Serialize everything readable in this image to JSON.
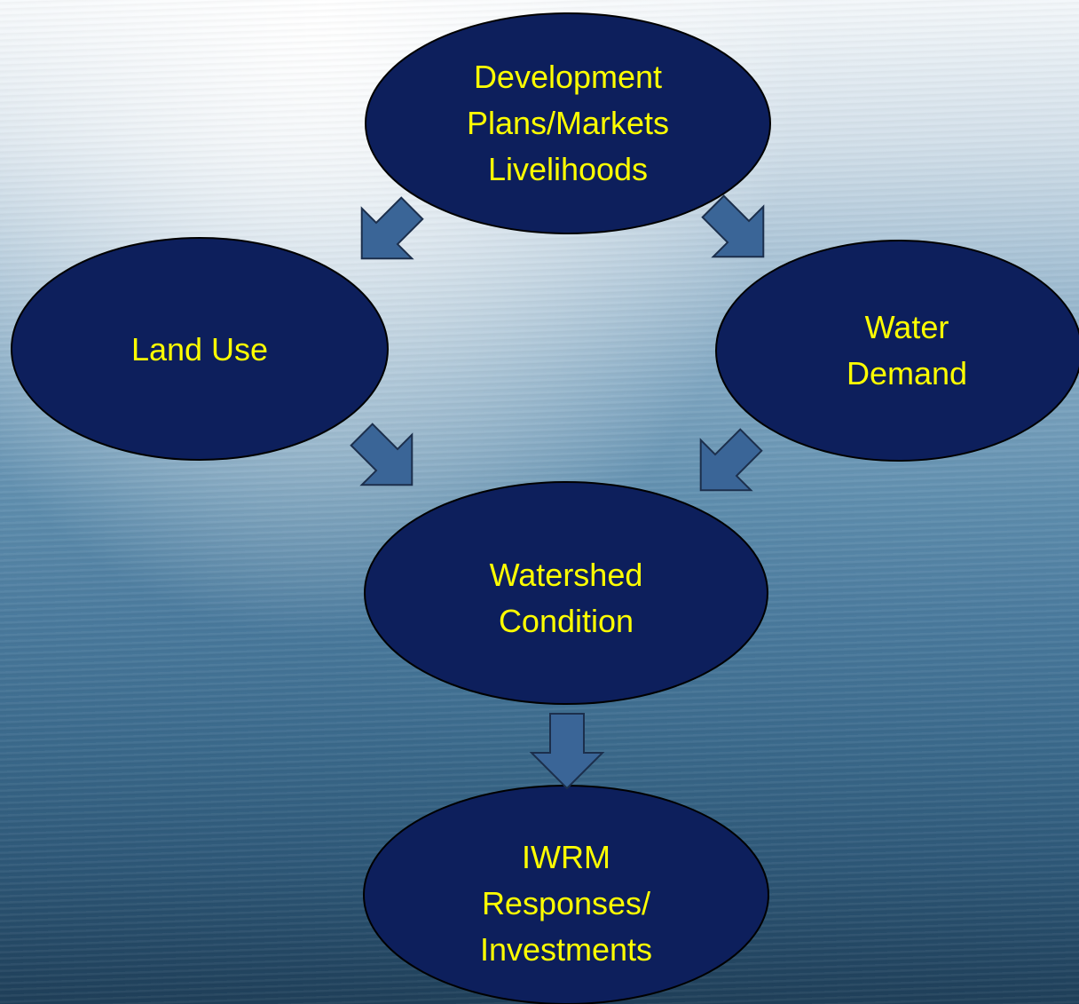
{
  "diagram": {
    "nodes": {
      "development": {
        "lines": [
          "Development",
          "Plans/Markets",
          "Livelihoods"
        ]
      },
      "land_use": {
        "lines": [
          "Land Use"
        ]
      },
      "water_demand": {
        "lines": [
          "Water",
          "Demand"
        ]
      },
      "watershed": {
        "lines": [
          "Watershed",
          "Condition"
        ]
      },
      "iwrm": {
        "lines": [
          "IWRM",
          "Responses/",
          "Investments"
        ]
      }
    },
    "edges": [
      {
        "from": "Development Plans/Markets Livelihoods",
        "to": "Land Use"
      },
      {
        "from": "Development Plans/Markets Livelihoods",
        "to": "Water Demand"
      },
      {
        "from": "Land Use",
        "to": "Watershed Condition"
      },
      {
        "from": "Water Demand",
        "to": "Watershed Condition"
      },
      {
        "from": "Watershed Condition",
        "to": "IWRM Responses/ Investments"
      }
    ],
    "colors": {
      "node_fill": "#0d1f5c",
      "node_stroke": "#000000",
      "node_text": "#ffff00",
      "arrow_fill": "#3a6597",
      "arrow_stroke": "#1c2f4c"
    }
  }
}
